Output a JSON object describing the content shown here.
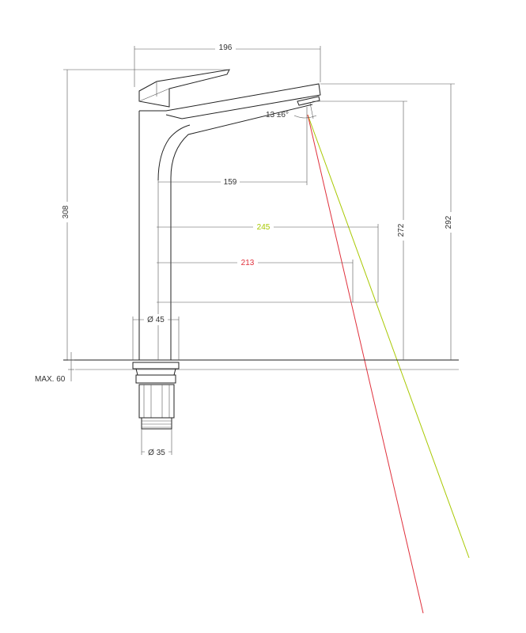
{
  "dimensions": {
    "overall_length": "196",
    "spout_reach": "159",
    "total_height": "308",
    "outlet_height": "272",
    "top_height": "292",
    "reach_green": "245",
    "reach_red": "213",
    "base_diameter": "Ø 45",
    "thread_diameter": "Ø 35",
    "max_thickness": "MAX. 60",
    "flow_angle": "13 ±6°"
  },
  "colors": {
    "line": "#222222",
    "dimension_line": "#555555",
    "text": "#333333",
    "green": "#a8c800",
    "red": "#e0303c"
  }
}
